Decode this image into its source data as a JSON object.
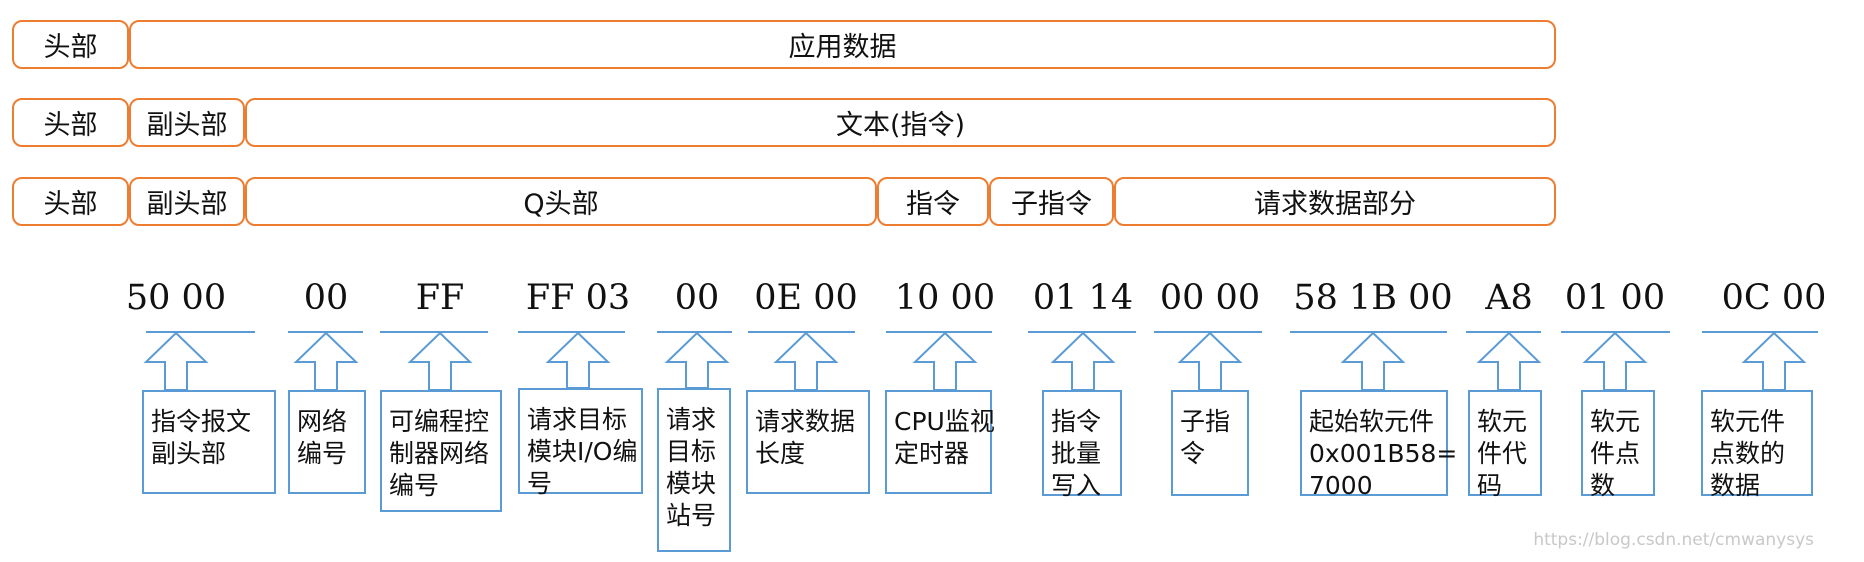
{
  "row1": {
    "header": "头部",
    "app_data": "应用数据"
  },
  "row2": {
    "header": "头部",
    "sub_header": "副头部",
    "text_command": "文本(指令)"
  },
  "row3": {
    "header": "头部",
    "sub_header": "副头部",
    "q_header": "Q头部",
    "command": "指令",
    "sub_command": "子指令",
    "request_data": "请求数据部分"
  },
  "fields": [
    {
      "hex": "50 00",
      "lines": [
        "指令报文",
        "副头部"
      ]
    },
    {
      "hex": "00",
      "lines": [
        "网络",
        "编号"
      ]
    },
    {
      "hex": "FF",
      "lines": [
        "可编程控",
        "制器网络",
        "编号"
      ]
    },
    {
      "hex": "FF 03",
      "lines": [
        "请求目标",
        "模块I/O编",
        "号"
      ]
    },
    {
      "hex": "00",
      "lines": [
        "请求",
        "目标",
        "模块",
        "站号"
      ]
    },
    {
      "hex": "0E 00",
      "lines": [
        "请求数据",
        "长度"
      ]
    },
    {
      "hex": "10 00",
      "lines": [
        "CPU监视",
        "定时器"
      ]
    },
    {
      "hex": "01 14",
      "lines": [
        "指令",
        "批量",
        "写入"
      ]
    },
    {
      "hex": "00 00",
      "lines": [
        "子指",
        "令"
      ]
    },
    {
      "hex": "58 1B 00",
      "lines": [
        "起始软元件",
        "0x001B58=",
        "7000"
      ]
    },
    {
      "hex": "A8",
      "lines": [
        "软元",
        "件代",
        "码"
      ]
    },
    {
      "hex": "01 00",
      "lines": [
        "软元",
        "件点",
        "数"
      ]
    },
    {
      "hex": "0C 00",
      "lines": [
        "软元件",
        "点数的",
        "数据"
      ]
    }
  ],
  "watermark": "https://blog.csdn.net/cmwanysys",
  "colors": {
    "orange": "#ED7D31",
    "blue": "#5B9BD5"
  }
}
